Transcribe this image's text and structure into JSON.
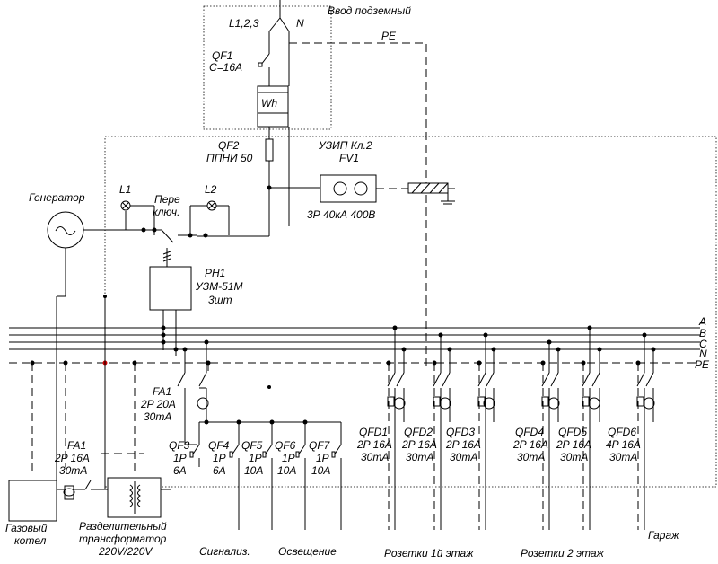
{
  "input": {
    "title": "Ввод подземный",
    "phases": "L1,2,3",
    "neutral": "N",
    "pe": "PE"
  },
  "meter_section": {
    "qf1_name": "QF1",
    "qf1_rating": "C=16A",
    "meter": "Wh"
  },
  "qf2": {
    "name": "QF2",
    "desc": "ППНИ 50"
  },
  "surge": {
    "title": "УЗИП Кл.2",
    "name": "FV1",
    "spec": "3Р 40кА 400В"
  },
  "generator": {
    "label": "Генератор",
    "lamp1": "L1",
    "lamp2": "L2",
    "switch_l1": "Пере",
    "switch_l2": "ключ."
  },
  "relay": {
    "name": "РН1",
    "model": "УЗМ-51М",
    "count": "3шт"
  },
  "buses": [
    "A",
    "B",
    "C",
    "N",
    "PE"
  ],
  "fa1_main": {
    "name": "FA1",
    "spec": "2P 20A",
    "current": "30mA"
  },
  "breakers": [
    {
      "name": "QF3",
      "poles": "1P",
      "rating": "6A"
    },
    {
      "name": "QF4",
      "poles": "1P",
      "rating": "6A"
    },
    {
      "name": "QF5",
      "poles": "1P",
      "rating": "10A"
    },
    {
      "name": "QF6",
      "poles": "1P",
      "rating": "10A"
    },
    {
      "name": "QF7",
      "poles": "1P",
      "rating": "10A"
    }
  ],
  "rcbos": [
    {
      "name": "QFD1",
      "spec": "2P 16A",
      "current": "30mA"
    },
    {
      "name": "QFD2",
      "spec": "2P 16A",
      "current": "30mA"
    },
    {
      "name": "QFD3",
      "spec": "2P 16A",
      "current": "30mA"
    },
    {
      "name": "QFD4",
      "spec": "2P 16A",
      "current": "30mA"
    },
    {
      "name": "QFD5",
      "spec": "2P 16A",
      "current": "30mA"
    },
    {
      "name": "QFD6",
      "spec": "4P 16A",
      "current": "30mA"
    }
  ],
  "fa1_boiler": {
    "name": "FA1",
    "spec": "2P 16A",
    "current": "30mA"
  },
  "consumers": {
    "boiler_l1": "Газовый",
    "boiler_l2": "котел",
    "transformer_l1": "Разделительный",
    "transformer_l2": "трансформатор",
    "transformer_l3": "220V/220V",
    "alarm": "Сигнализ.",
    "lighting": "Освещение",
    "sockets1": "Розетки 1й этаж",
    "sockets2": "Розетки 2 этаж",
    "garage": "Гараж"
  }
}
